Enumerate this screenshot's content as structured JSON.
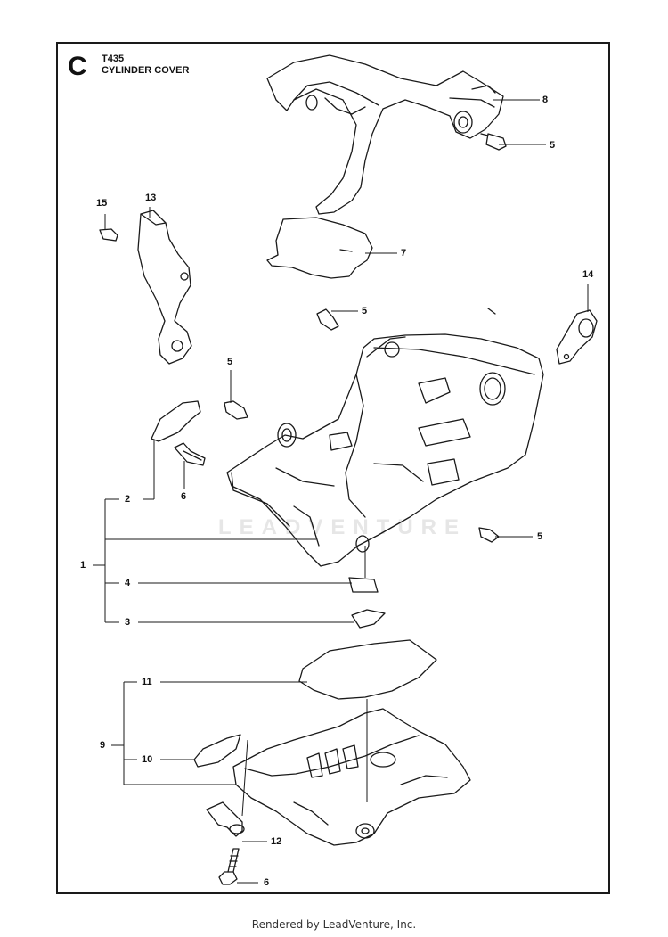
{
  "header": {
    "section_letter": "C",
    "model": "T435",
    "title": "CYLINDER COVER"
  },
  "watermark": "LEADVENTURE",
  "callouts": [
    {
      "id": "c8",
      "label": "8"
    },
    {
      "id": "c5a",
      "label": "5"
    },
    {
      "id": "c15",
      "label": "15"
    },
    {
      "id": "c13",
      "label": "13"
    },
    {
      "id": "c7",
      "label": "7"
    },
    {
      "id": "c14",
      "label": "14"
    },
    {
      "id": "c5b",
      "label": "5"
    },
    {
      "id": "c5c",
      "label": "5"
    },
    {
      "id": "c2",
      "label": "2"
    },
    {
      "id": "c6a",
      "label": "6"
    },
    {
      "id": "c1",
      "label": "1"
    },
    {
      "id": "c5d",
      "label": "5"
    },
    {
      "id": "c4",
      "label": "4"
    },
    {
      "id": "c3",
      "label": "3"
    },
    {
      "id": "c11",
      "label": "11"
    },
    {
      "id": "c9",
      "label": "9"
    },
    {
      "id": "c10",
      "label": "10"
    },
    {
      "id": "c12",
      "label": "12"
    },
    {
      "id": "c6b",
      "label": "6"
    }
  ],
  "footer": {
    "credit": "Rendered by LeadVenture, Inc."
  }
}
